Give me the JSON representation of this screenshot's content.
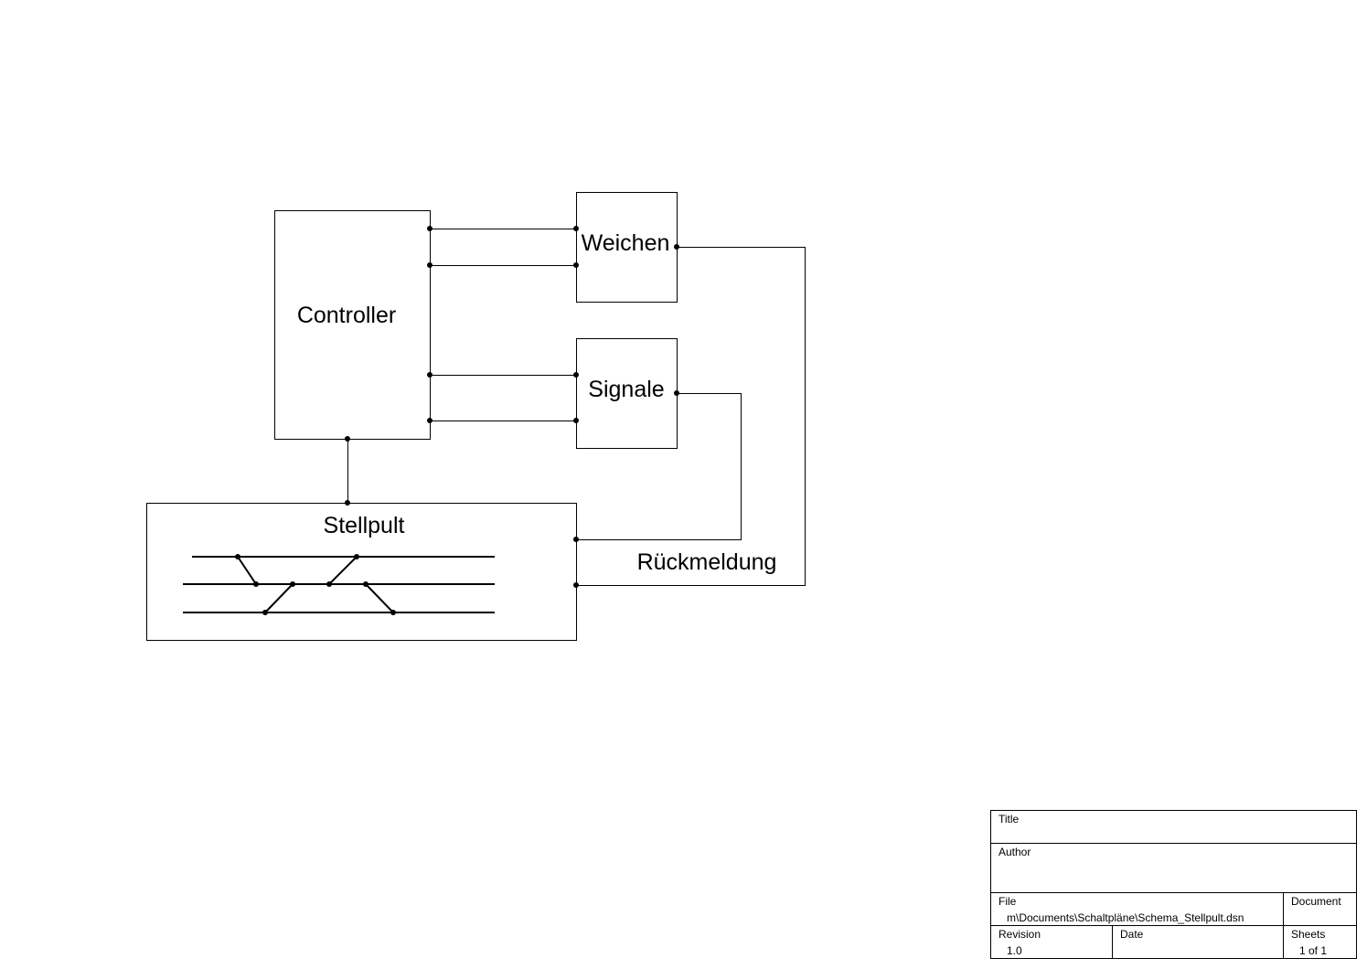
{
  "blocks": {
    "controller": "Controller",
    "weichen": "Weichen",
    "signale": "Signale",
    "stellpult": "Stellpult"
  },
  "labels": {
    "rueckmeldung": "Rückmeldung"
  },
  "title_block": {
    "title_label": "Title",
    "title_value": "",
    "author_label": "Author",
    "author_value": "",
    "file_label": "File",
    "file_value": "m\\Documents\\Schaltpläne\\Schema_Stellpult.dsn",
    "document_label": "Document",
    "document_value": "",
    "revision_label": "Revision",
    "revision_value": "1.0",
    "date_label": "Date",
    "date_value": "",
    "sheets_label": "Sheets",
    "sheets_value": "1 of 1"
  },
  "colors": {
    "line": "#000000",
    "background": "#ffffff"
  }
}
